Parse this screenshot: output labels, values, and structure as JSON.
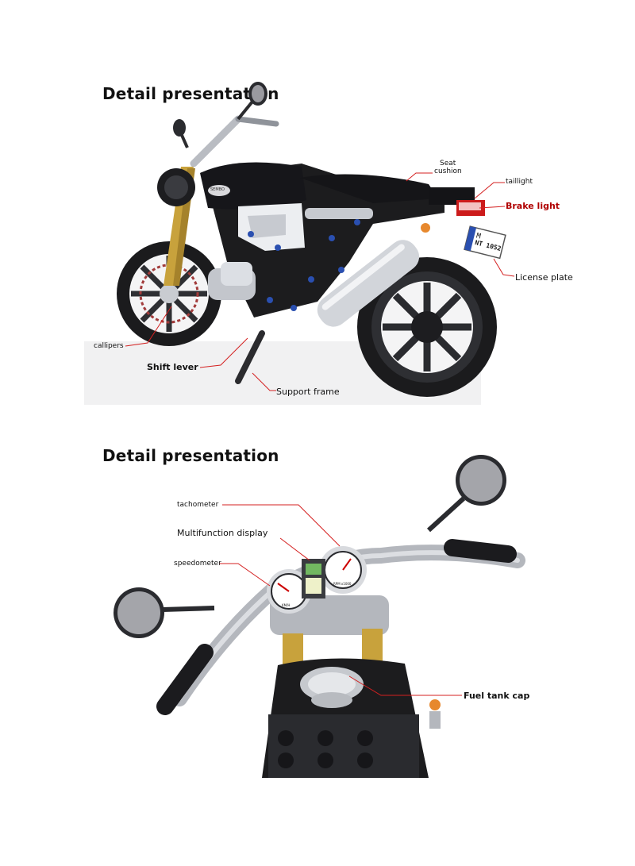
{
  "section1": {
    "heading": "Detail presentation",
    "labels": {
      "seat_cushion_1": "Seat",
      "seat_cushion_2": "cushion",
      "taillight": "taillight",
      "brake_light": "Brake light",
      "license_plate": "License plate",
      "callipers": "callipers",
      "shift_lever": "Shift lever",
      "support_frame": "Support frame"
    },
    "plate_text": "M",
    "plate_number": "NT 1052",
    "tank_badge": "SEMBO"
  },
  "section2": {
    "heading": "Detail presentation",
    "labels": {
      "tachometer": "tachometer",
      "multifunction_display": "Multifunction display",
      "speedometer": "speedometer",
      "fuel_tank_cap": "Fuel tank cap"
    },
    "gauge_left_text": "KM/H",
    "gauge_right_text": "RPM x1000"
  },
  "colors": {
    "leader_line": "#d42020",
    "bike_body": "#1c1c1e",
    "chrome": "#b9bcc2",
    "gold": "#c8a23c",
    "accent_blue": "#2a4fb0",
    "tail_red": "#cc1b1b"
  }
}
